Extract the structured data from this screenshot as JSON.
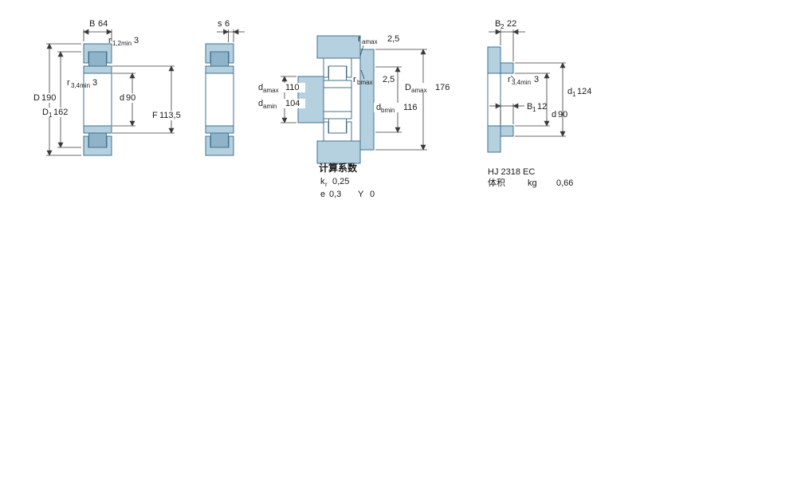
{
  "d1": {
    "B": {
      "sym": "B",
      "val": "64"
    },
    "r12": {
      "sym": "r",
      "sub": "1,2min",
      "val": "3"
    },
    "r34": {
      "sym": "r",
      "sub": "3,4min",
      "val": "3"
    },
    "D": {
      "sym": "D",
      "val": "190"
    },
    "D1": {
      "sym": "D",
      "sub": "1",
      "val": "162"
    },
    "d": {
      "sym": "d",
      "val": "90"
    },
    "F": {
      "sym": "F",
      "val": "113,5"
    }
  },
  "d2": {
    "s": {
      "sym": "s",
      "val": "6"
    }
  },
  "d3": {
    "ra": {
      "sym": "r",
      "sub": "amax",
      "val": "2,5"
    },
    "rb": {
      "sym": "r",
      "sub": "bmax",
      "val": "2,5"
    },
    "damax": {
      "sym": "d",
      "sub": "amax",
      "val": "110"
    },
    "damin": {
      "sym": "d",
      "sub": "amin",
      "val": "104"
    },
    "Damax": {
      "sym": "D",
      "sub": "amax",
      "val": "176"
    },
    "dbmin": {
      "sym": "d",
      "sub": "bmin",
      "val": "116"
    },
    "calc": {
      "title": "计算系数",
      "kr_sym": "k",
      "kr_sub": "r",
      "kr_val": "0,25",
      "e_sym": "e",
      "e_val": "0,3",
      "Y_sym": "Y",
      "Y_val": "0"
    }
  },
  "d4": {
    "B2": {
      "sym": "B",
      "sub": "2",
      "val": "22"
    },
    "r34": {
      "sym": "r",
      "sub": "3,4min",
      "val": "3"
    },
    "B1": {
      "sym": "B",
      "sub": "1",
      "val": "12"
    },
    "d1": {
      "sym": "d",
      "sub": "1",
      "val": "124"
    },
    "d": {
      "sym": "d",
      "val": "90"
    },
    "designation": "HJ 2318 EC",
    "mass_label": "体积",
    "mass_unit": "kg",
    "mass_val": "0,66"
  },
  "colors": {
    "section_fill": "#b5d1e0",
    "roller_fill": "#8fb4c9",
    "outline": "#41718f",
    "dimension_line": "#3a3a3a"
  }
}
